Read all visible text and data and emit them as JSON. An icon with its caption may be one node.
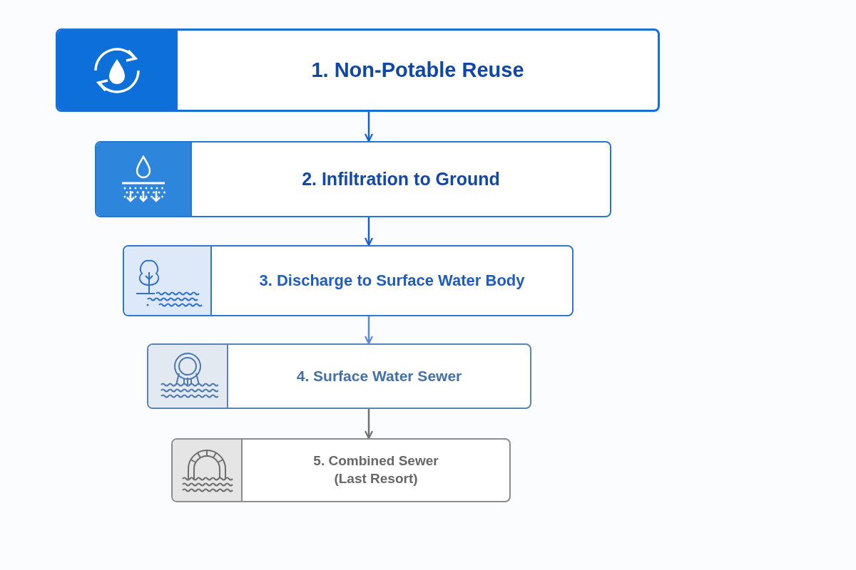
{
  "diagram": {
    "nodes": [
      {
        "text": [
          "1. Non-Potable Reuse"
        ]
      },
      {
        "text": [
          "2. Infiltration to Ground"
        ]
      },
      {
        "text": [
          "3. Discharge to Surface Water Body"
        ]
      },
      {
        "text": [
          "4. Surface Water Sewer"
        ]
      },
      {
        "text": [
          "5. Combined Sewer (Last Resort)"
        ]
      }
    ],
    "edges": [
      {
        "from": 0,
        "to": 1,
        "arrow": "to"
      },
      {
        "from": 1,
        "to": 2,
        "arrow": "to"
      },
      {
        "from": 2,
        "to": 3,
        "arrow": "to",
        "color": "#5a8ad0"
      },
      {
        "from": 3,
        "to": 4,
        "arrow": "to",
        "color": "#707070"
      }
    ]
  }
}
